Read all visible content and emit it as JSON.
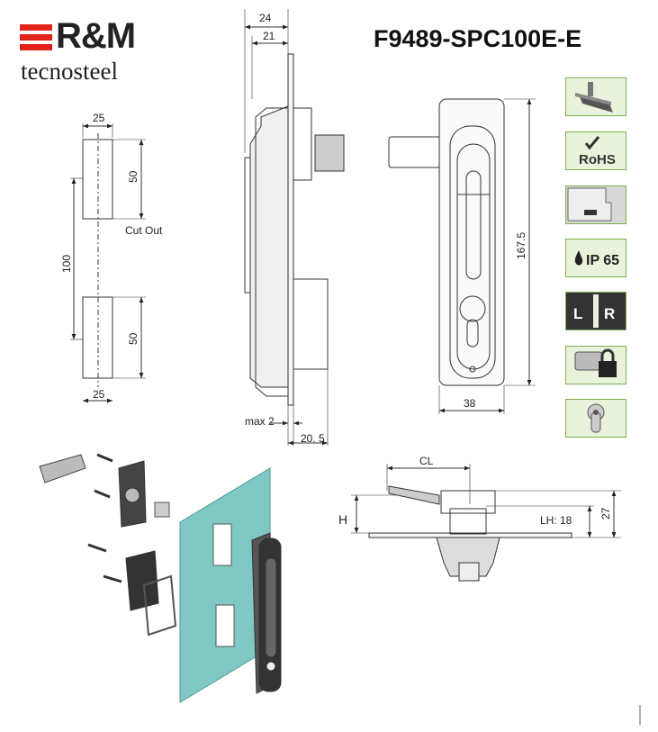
{
  "brand": {
    "name": "R&M",
    "sub": "tecnosteel"
  },
  "product_code": "F9489-SPC100E-E",
  "icons": [
    {
      "name": "profile-rail-icon",
      "label": ""
    },
    {
      "name": "rohs-icon",
      "label": "RoHS"
    },
    {
      "name": "panel-mount-icon",
      "label": ""
    },
    {
      "name": "ip-rating-icon",
      "label": "IP 65"
    },
    {
      "name": "left-right-icon",
      "labels": [
        "L",
        "R"
      ]
    },
    {
      "name": "padlock-key-icon",
      "label": ""
    },
    {
      "name": "cylinder-lock-icon",
      "label": ""
    }
  ],
  "cutout": {
    "label": "Cut Out",
    "dims": {
      "width_top": "25",
      "width_bottom": "25",
      "height_top": "50",
      "height_bottom": "50",
      "pitch": "100"
    }
  },
  "side_view": {
    "dims": {
      "overall": "24",
      "inner": "21",
      "max_label": "max  2",
      "depth": "20. 5"
    }
  },
  "front_view": {
    "dims": {
      "height": "167.5",
      "width": "38"
    }
  },
  "section_view": {
    "dims": {
      "cl": "CL",
      "h": "H",
      "lh": "LH: 18",
      "total": "27"
    }
  }
}
